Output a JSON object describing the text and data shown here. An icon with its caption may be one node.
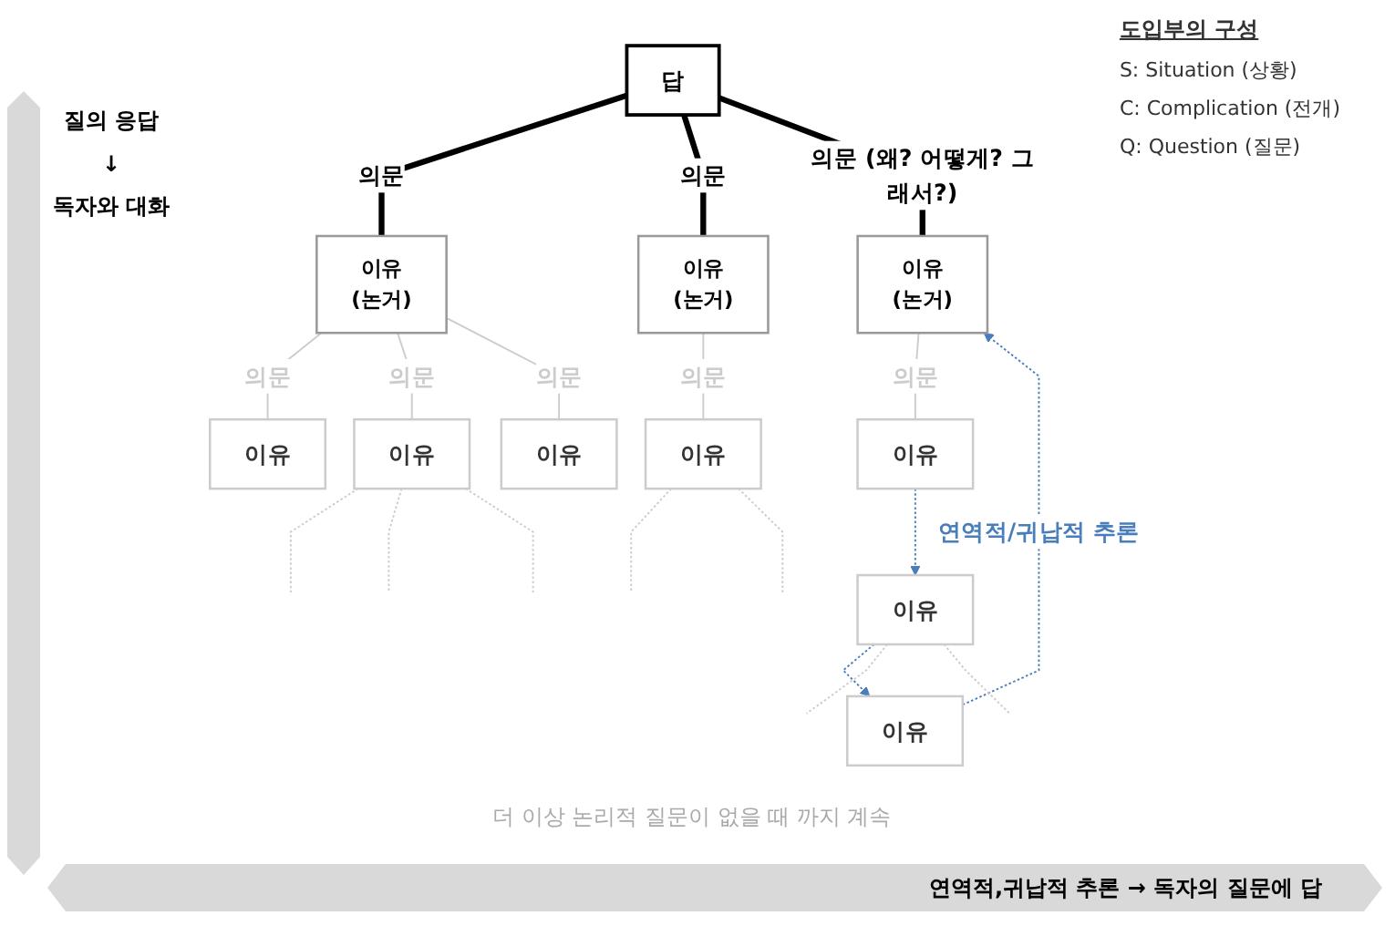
{
  "diagram": {
    "nodes": [
      {
        "text": [
          "답"
        ]
      },
      {
        "text": [
          "이유",
          "(논거)"
        ]
      },
      {
        "text": [
          "이유",
          "(논거)"
        ]
      },
      {
        "text": [
          "이유",
          "(논거)"
        ]
      },
      {
        "text": [
          "이유"
        ]
      },
      {
        "text": [
          "이유"
        ]
      },
      {
        "text": [
          "이유"
        ]
      },
      {
        "text": [
          "이유"
        ]
      },
      {
        "text": [
          "이유"
        ]
      },
      {
        "text": [
          "이유"
        ]
      },
      {
        "text": [
          "이유"
        ]
      }
    ],
    "edges": [
      {
        "from": 0,
        "to": 1,
        "arrow": "none",
        "label": "의문",
        "color": "#000000",
        "style": "thick"
      },
      {
        "from": 0,
        "to": 2,
        "arrow": "none",
        "label": "의문",
        "color": "#000000",
        "style": "thick"
      },
      {
        "from": 0,
        "to": 3,
        "arrow": "none",
        "label": "의문 (왜? 어떻게? 그래서?)",
        "color": "#000000",
        "style": "thick"
      },
      {
        "from": 1,
        "to": 4,
        "arrow": "none",
        "label": "의문"
      },
      {
        "from": 1,
        "to": 5,
        "arrow": "none",
        "label": "의문"
      },
      {
        "from": 1,
        "to": 6,
        "arrow": "none",
        "label": "의문"
      },
      {
        "from": 2,
        "to": 7,
        "arrow": "none",
        "label": "의문"
      },
      {
        "from": 3,
        "to": 8,
        "arrow": "none",
        "label": "의문"
      },
      {
        "from": 8,
        "to": 9,
        "arrow": "to",
        "style": "dashed",
        "color": "#4a7ebb"
      },
      {
        "from": 9,
        "to": 10,
        "arrow": "to",
        "style": "dashed",
        "color": "#4a7ebb"
      },
      {
        "from": 10,
        "to": 3,
        "arrow": "to",
        "style": "dashed",
        "color": "#4a7ebb",
        "label": "연역적/귀납적 추론"
      },
      {
        "from": 5,
        "to": null,
        "arrow": "none",
        "style": "dashed"
      },
      {
        "from": 5,
        "to": null,
        "arrow": "none",
        "style": "dashed"
      },
      {
        "from": 5,
        "to": null,
        "arrow": "none",
        "style": "dashed"
      },
      {
        "from": 7,
        "to": null,
        "arrow": "none",
        "style": "dashed"
      },
      {
        "from": 7,
        "to": null,
        "arrow": "none",
        "style": "dashed"
      },
      {
        "from": 9,
        "to": null,
        "arrow": "none",
        "style": "dashed"
      },
      {
        "from": 9,
        "to": null,
        "arrow": "none",
        "style": "dashed"
      }
    ],
    "labels": [
      "도입부의 구성",
      "S: Situation (상황)",
      "C: Complication (전개)",
      "Q: Question (질문)",
      "질의 응답",
      "↓",
      "독자와 대화",
      "더 이상 논리적 질문이 없을 때 까지 계속",
      "연역적,귀납적 추론 → 독자의 질문에 답"
    ]
  }
}
